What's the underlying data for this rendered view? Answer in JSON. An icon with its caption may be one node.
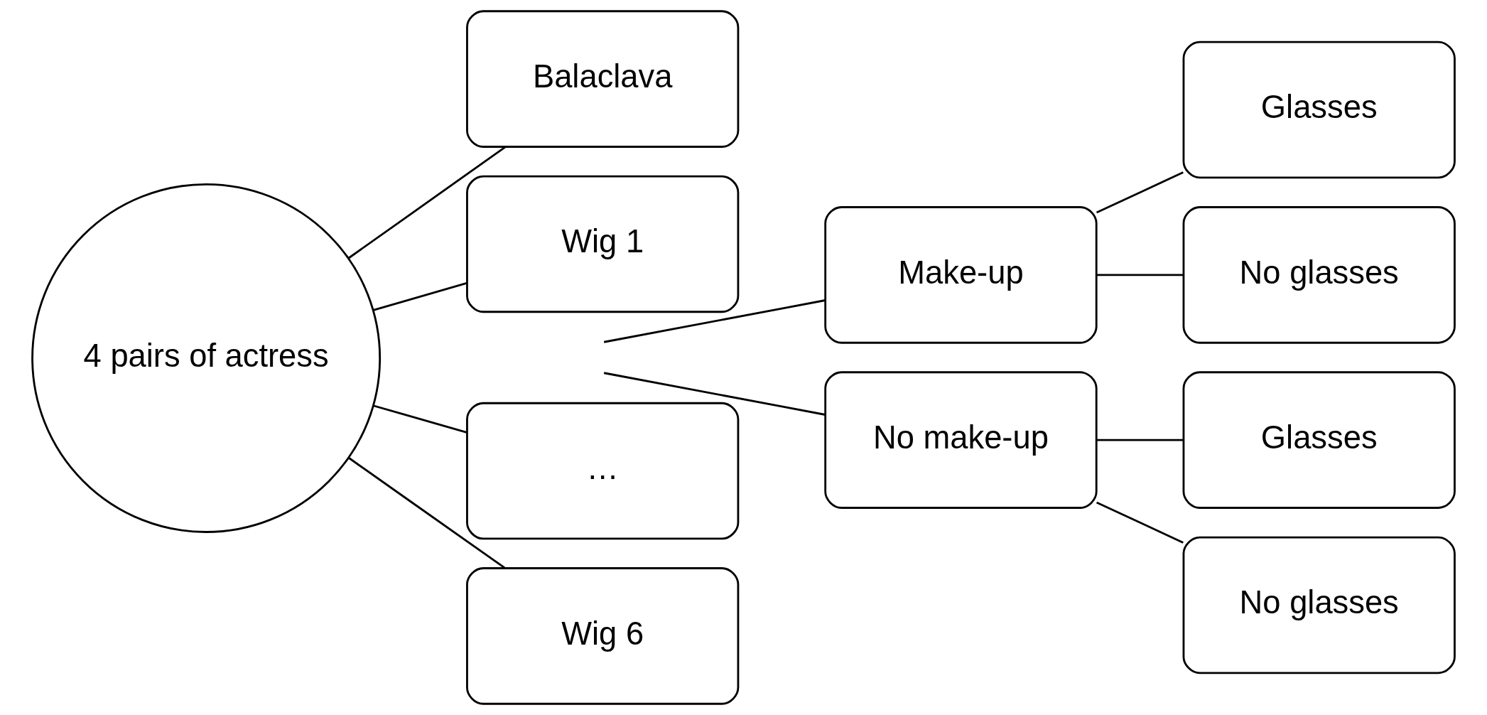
{
  "diagram": {
    "nodes": [
      {
        "text": [
          "4 pairs of actress"
        ]
      },
      {
        "text": [
          "Balaclava"
        ]
      },
      {
        "text": [
          "Wig 1"
        ]
      },
      {
        "text": [
          "…"
        ]
      },
      {
        "text": [
          "Wig 6"
        ]
      },
      {
        "text": [
          "Make-up"
        ]
      },
      {
        "text": [
          "No make-up"
        ]
      },
      {
        "text": [
          "Glasses"
        ]
      },
      {
        "text": [
          "No glasses"
        ]
      },
      {
        "text": [
          "Glasses"
        ]
      },
      {
        "text": [
          "No glasses"
        ]
      }
    ],
    "edges": [
      {
        "from": 0,
        "to": 1,
        "arrow": "none"
      },
      {
        "from": 0,
        "to": 2,
        "arrow": "none"
      },
      {
        "from": 0,
        "to": 3,
        "arrow": "none"
      },
      {
        "from": 0,
        "to": 4,
        "arrow": "none"
      },
      {
        "from": null,
        "to": 5,
        "arrow": "none"
      },
      {
        "from": null,
        "to": 6,
        "arrow": "none"
      },
      {
        "from": 5,
        "to": 7,
        "arrow": "none"
      },
      {
        "from": 5,
        "to": 8,
        "arrow": "none"
      },
      {
        "from": 6,
        "to": 9,
        "arrow": "none"
      },
      {
        "from": 6,
        "to": 10,
        "arrow": "none"
      }
    ]
  }
}
